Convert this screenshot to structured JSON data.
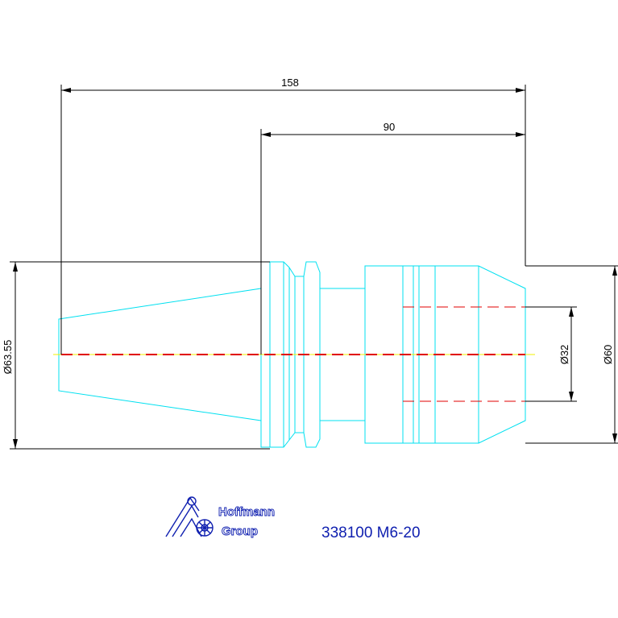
{
  "dimensions": {
    "overall_length": "158",
    "shank_length": "90",
    "flange_diameter": "Ø63.55",
    "bore_diameter": "Ø32",
    "nose_diameter": "Ø60"
  },
  "logo": {
    "line1": "Hoffmann",
    "line2": "Group"
  },
  "part_number": "338100 M6-20",
  "colors": {
    "outline": "#00e0f0",
    "dimension": "#000000",
    "hidden_line": "#e00000",
    "centerline": "#f0f000",
    "brand": "#1020b0"
  }
}
